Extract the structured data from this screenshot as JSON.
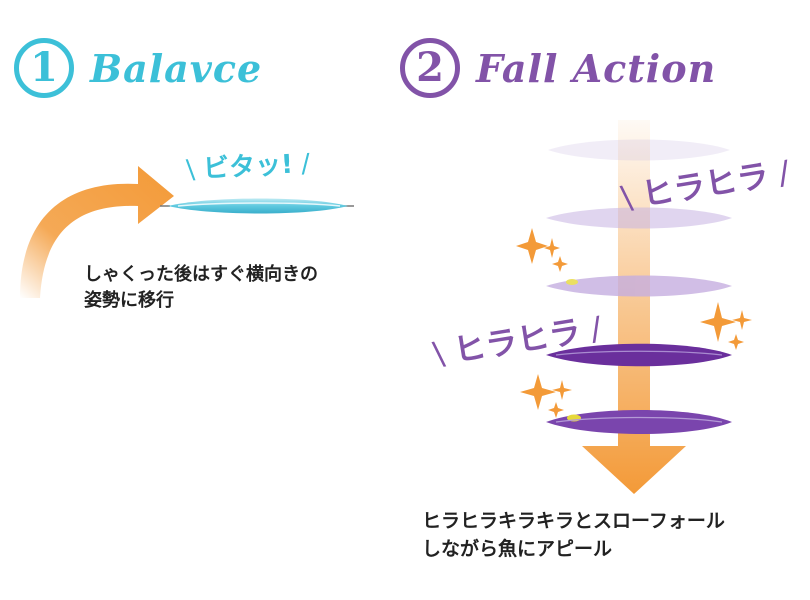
{
  "section1": {
    "number": "1",
    "title": "Balavce",
    "exclaim": "ビタッ!",
    "caption": [
      "しゃくった後はすぐ横向きの",
      "姿勢に移行"
    ]
  },
  "section2": {
    "number": "2",
    "title": "Fall Action",
    "exclaim_top": "ヒラヒラ",
    "exclaim_bottom": "ヒラヒラ",
    "caption": [
      "ヒラヒラキラキラとスローフォール",
      "しながら魚にアピール"
    ]
  },
  "colors": {
    "cyan": "#3cc0d8",
    "purple": "#8253a8",
    "orange": "#f39a38",
    "lure_light": "#5ec9df"
  }
}
